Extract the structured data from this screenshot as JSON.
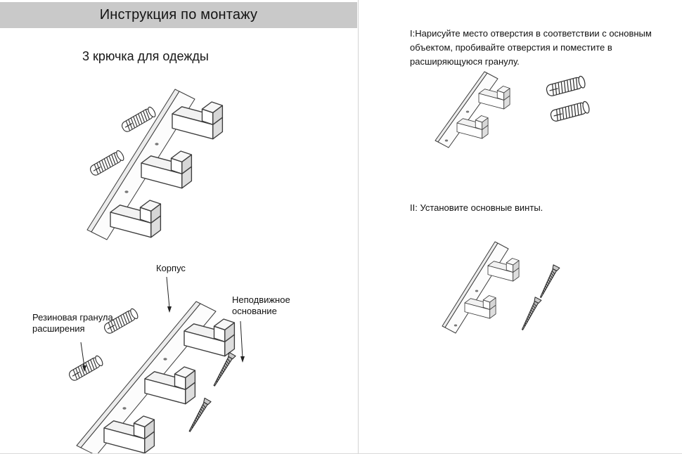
{
  "page": {
    "title": "Инструкция по монтажу",
    "subtitle": "3 крючка для одежды",
    "colors": {
      "header_bg": "#c9c9c9",
      "drawing_line": "#3c3c3c"
    }
  },
  "part_labels": {
    "body": "Корпус",
    "expansion_plug": "Резиновая гранула расширения",
    "fixed_base": "Неподвижное основание"
  },
  "steps": [
    {
      "number": "I",
      "text": "I:Нарисуйте место отверстия в соответствии с основным объектом, пробивайте отверстия и поместите в расширяющуюся гранулу."
    },
    {
      "number": "II",
      "text": "II: Установите основные винты."
    }
  ]
}
